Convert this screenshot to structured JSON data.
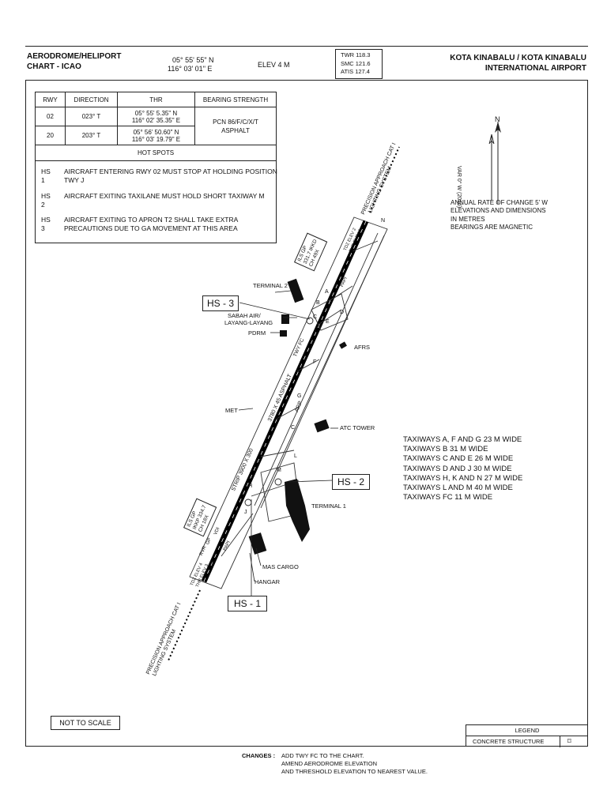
{
  "header": {
    "chart_title_1": "AERODROME/HELIPORT",
    "chart_title_2": "CHART - ICAO",
    "lat": "05° 55' 55\" N",
    "lon": "116° 03' 01\" E",
    "elev": "ELEV  4 M",
    "freqs": [
      "TWR  118.3",
      "SMC  121.6",
      "ATIS  127.4"
    ],
    "airport_1": "KOTA KINABALU / KOTA KINABALU",
    "airport_2": "INTERNATIONAL AIRPORT"
  },
  "runway_table": {
    "headers": [
      "RWY",
      "DIRECTION",
      "THR",
      "BEARING STRENGTH"
    ],
    "rows": [
      {
        "rwy": "02",
        "dir": "023° T",
        "thr_1": "05° 55' 5.35\" N",
        "thr_2": "116° 02' 35.35\" E"
      },
      {
        "rwy": "20",
        "dir": "203° T",
        "thr_1": "05° 56' 50.60\" N",
        "thr_2": "116° 03' 19.79\" E"
      }
    ],
    "bearing_1": "PCN 86/F/C/X/T",
    "bearing_2": "ASPHALT",
    "hot_spots_title": "HOT SPOTS"
  },
  "hot_spots": [
    {
      "id": "HS 1",
      "text": "AIRCRAFT ENTERING RWY 02 MUST STOP AT HOLDING POSITION TWY J"
    },
    {
      "id": "HS 2",
      "text": "AIRCRAFT EXITING TAXILANE MUST HOLD SHORT TAXIWAY M"
    },
    {
      "id": "HS 3",
      "text": "AIRCRAFT EXITING TO APRON T2 SHALL TAKE EXTRA PRECAUTIONS DUE TO GA MOVEMENT AT THIS AREA"
    }
  ],
  "north": {
    "n": "N",
    "var": "VAR 0° W (2016)"
  },
  "notes": [
    "ANNUAL RATE OF CHANGE 5' W",
    "ELEVATIONS AND DIMENSIONS",
    "IN METRES",
    "BEARINGS ARE MAGNETIC"
  ],
  "map_labels": {
    "terminal2": "TERMINAL 2",
    "sabah_1": "SABAH AIR/",
    "sabah_2": "LAYANG-LAYANG",
    "pdrm": "PDRM",
    "afrs": "AFRS",
    "met": "MET",
    "atc": "ATC TOWER",
    "terminal1": "TERMINAL 1",
    "mas_cargo": "MAS CARGO",
    "hangar": "HANGAR",
    "hs1": "HS - 1",
    "hs2": "HS - 2",
    "hs3": "HS - 3",
    "rwy_desc": "3780 X 45 ASPHALT",
    "arp": "ARP",
    "strip": "STRIP 3900 X 300",
    "pa_top_1": "PRECISION APPROACH CAT I",
    "pa_top_2": "LIGHTING SYSTEM",
    "pa_bot_1": "PRECISION APPROACH CAT I",
    "pa_bot_2": "LIGHTING SYSTEM",
    "ils_top": [
      "ILS GP",
      "331.7 IKKD",
      "CH 49X"
    ],
    "ils_bot": [
      "ILS GP",
      "IKKP 334.7",
      "CH 18X"
    ],
    "twy_fc": "TWY FC",
    "papi": "PAPI",
    "gp": "GP",
    "vdi": "VDI",
    "rwr": "RVR",
    "tdz_top": [
      "TDZ ELEV 2",
      "THR ELEV 1"
    ],
    "tdz_bot": [
      "TDZ ELEV 4",
      "THR ELEV 3"
    ],
    "twy": [
      "A",
      "B",
      "C",
      "C",
      "D",
      "E",
      "F",
      "G",
      "H",
      "J",
      "K",
      "L",
      "M",
      "N"
    ]
  },
  "taxiways_info": [
    "TAXIWAYS A, F AND G 23 M WIDE",
    "TAXIWAYS B 31 M WIDE",
    "TAXIWAYS C AND E 26 M WIDE",
    "TAXIWAYS D AND J 30 M WIDE",
    "TAXIWAYS H, K AND N 27 M WIDE",
    "TAXIWAYS L AND M 40 M WIDE",
    "TAXIWAYS FC 11 M WIDE"
  ],
  "not_to_scale": "NOT TO SCALE",
  "legend": {
    "title": "LEGEND",
    "item": "CONCRETE STRUCTURE"
  },
  "changes": {
    "label": "CHANGES :",
    "lines": [
      "ADD TWY FC TO THE CHART.",
      "AMEND AERODROME ELEVATION",
      "AND THRESHOLD ELEVATION TO NEAREST VALUE."
    ]
  }
}
